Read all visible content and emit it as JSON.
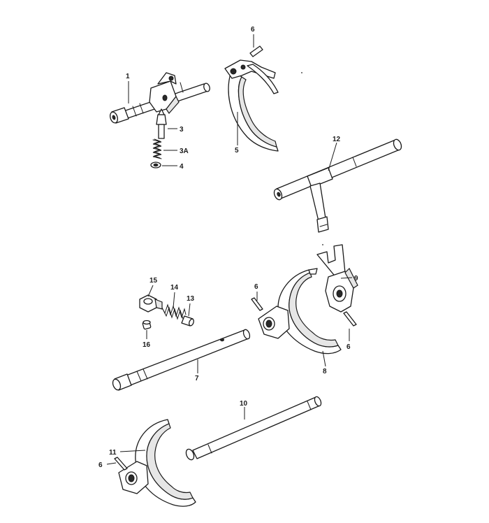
{
  "callouts": {
    "c1": "1",
    "c3": "3",
    "c3a": "3A",
    "c4": "4",
    "c5": "5",
    "c6_top": "6",
    "c12": "12",
    "c15": "15",
    "c14": "14",
    "c13": "13",
    "c16": "16",
    "c7": "7",
    "c6_mid_left": "6",
    "c9": "9",
    "c6_mid_right": "6",
    "c8": "8",
    "c10": "10",
    "c11": "11",
    "c6_bottom": "6"
  }
}
